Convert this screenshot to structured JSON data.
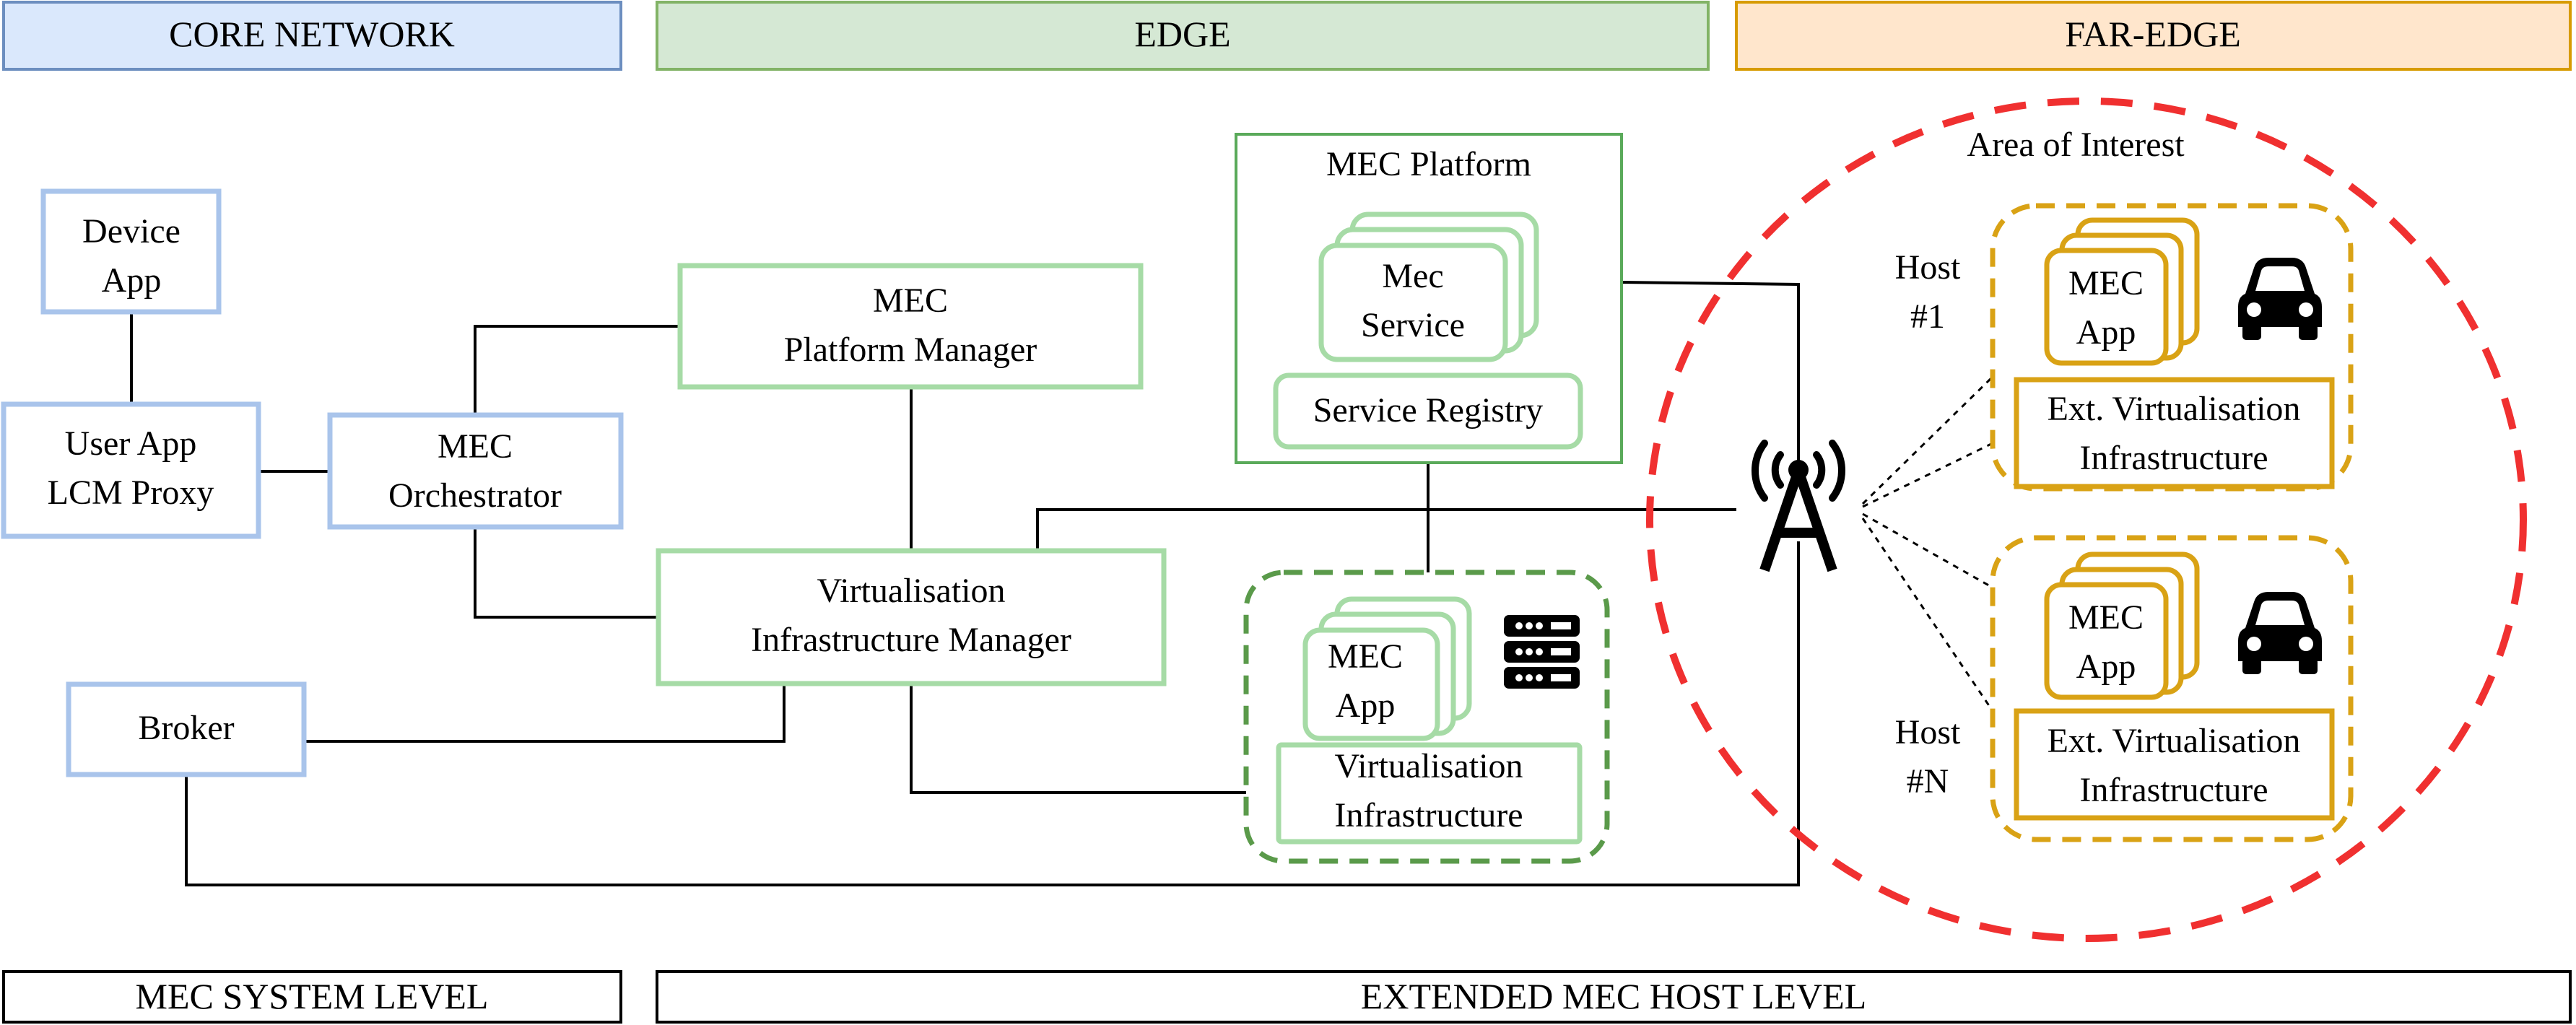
{
  "bands": {
    "core": "CORE NETWORK",
    "edge": "EDGE",
    "far_edge": "FAR-EDGE",
    "system_level": "MEC SYSTEM LEVEL",
    "host_level": "EXTENDED MEC HOST LEVEL"
  },
  "nodes": {
    "device_app": [
      "Device",
      "App"
    ],
    "user_app_lcm_proxy": [
      "User App",
      "LCM Proxy"
    ],
    "orchestrator": [
      "MEC",
      "Orchestrator"
    ],
    "platform_manager": [
      "MEC",
      "Platform Manager"
    ],
    "vim": [
      "Virtualisation",
      "Infrastructure Manager"
    ],
    "broker": "Broker",
    "mec_platform": "MEC Platform",
    "mec_service": [
      "Mec",
      "Service"
    ],
    "service_registry": "Service Registry",
    "edge_mec_app": [
      "MEC",
      "App"
    ],
    "virtualisation_infrastructure": [
      "Virtualisation",
      "Infrastructure"
    ]
  },
  "far_edge": {
    "area_label": "Area of Interest",
    "hosts": [
      {
        "label": [
          "Host",
          "#1"
        ],
        "app": [
          "MEC",
          "App"
        ],
        "infra": [
          "Ext. Virtualisation",
          "Infrastructure"
        ]
      },
      {
        "label": [
          "Host",
          "#N"
        ],
        "app": [
          "MEC",
          "App"
        ],
        "infra": [
          "Ext. Virtualisation",
          "Infrastructure"
        ]
      }
    ]
  },
  "colors": {
    "core": "#a9c4eb",
    "core_fill": "#dae8fc",
    "edge": "#a6dba6",
    "edge_header": "#82b366",
    "edge_fill": "#d5e8d4",
    "edge_dashed": "#5a9a4a",
    "far_edge": "#d79b00",
    "far_edge_fill": "#ffe6cc",
    "host_box": "#d9a215",
    "area": "#f03030",
    "line": "#000000"
  },
  "icons": [
    "server-rack-icon",
    "antenna-tower-icon",
    "car-icon"
  ]
}
